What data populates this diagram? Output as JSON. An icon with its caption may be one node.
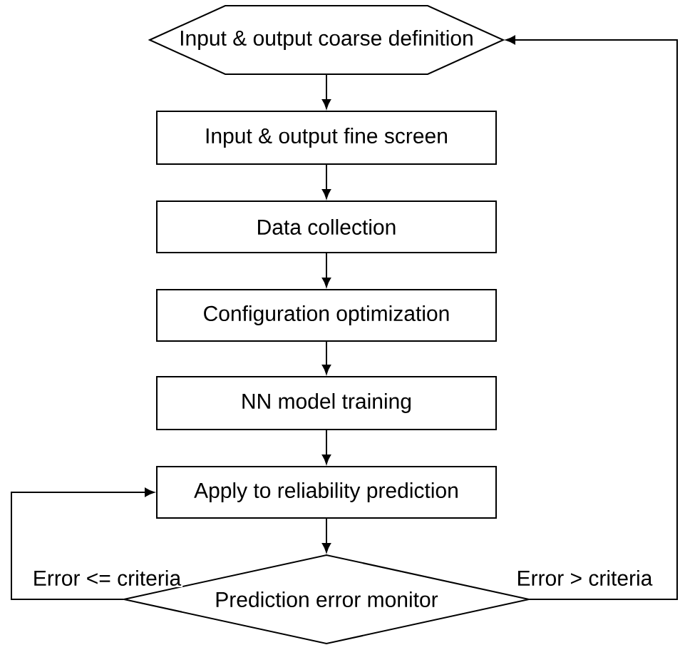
{
  "diagram": {
    "nodes": [
      {
        "text": [
          "Input & output coarse definition"
        ]
      },
      {
        "text": [
          "Input & output fine screen"
        ]
      },
      {
        "text": [
          "Data collection"
        ]
      },
      {
        "text": [
          "Configuration optimization"
        ]
      },
      {
        "text": [
          "NN model training"
        ]
      },
      {
        "text": [
          "Apply to reliability prediction"
        ]
      },
      {
        "text": [
          "Prediction error monitor"
        ]
      }
    ],
    "edges": [
      {
        "from": 0,
        "to": 1,
        "arrow": "to"
      },
      {
        "from": 1,
        "to": 2,
        "arrow": "to"
      },
      {
        "from": 2,
        "to": 3,
        "arrow": "to"
      },
      {
        "from": 3,
        "to": 4,
        "arrow": "to"
      },
      {
        "from": 4,
        "to": 5,
        "arrow": "to"
      },
      {
        "from": 5,
        "to": 6,
        "arrow": "to"
      },
      {
        "from": 6,
        "to": 5,
        "arrow": "to",
        "label": "Error <= criteria"
      },
      {
        "from": 6,
        "to": 0,
        "arrow": "to",
        "label": "Error > criteria"
      }
    ]
  }
}
